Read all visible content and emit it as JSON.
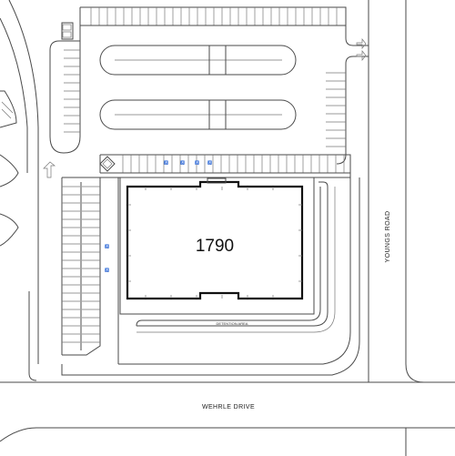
{
  "building": {
    "number": "1790"
  },
  "roads": {
    "south": "WEHRLE DRIVE",
    "east": "YOUNGS ROAD"
  },
  "labels": {
    "detention": "DETENTION AREA"
  }
}
